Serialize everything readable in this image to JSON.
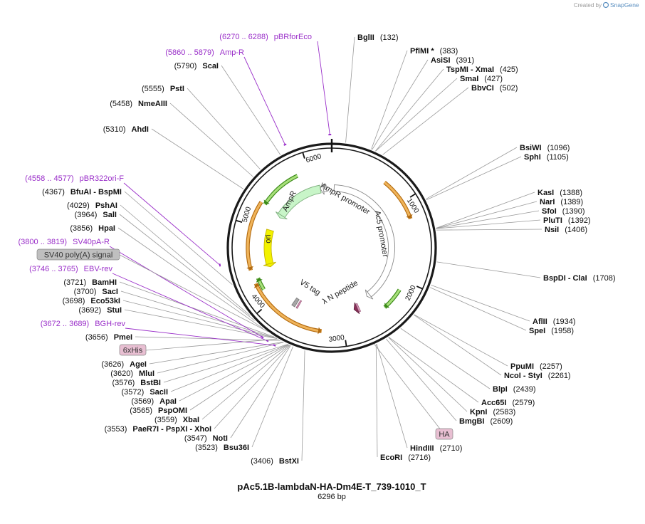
{
  "credit": {
    "prefix": "Created by",
    "brand": "SnapGene"
  },
  "plasmid": {
    "name": "pAc5.1B-lambdaN-HA-Dm4E-T_739-1010_T",
    "length_label": "6296 bp",
    "length_bp": 6296
  },
  "scale_ticks": [
    {
      "bp": 1000,
      "label": "1000"
    },
    {
      "bp": 2000,
      "label": "2000"
    },
    {
      "bp": 3000,
      "label": "3000"
    },
    {
      "bp": 4000,
      "label": "4000"
    },
    {
      "bp": 5000,
      "label": "5000"
    },
    {
      "bp": 6000,
      "label": "6000"
    }
  ],
  "features": [
    {
      "name": "AmpR",
      "label": "AmpR",
      "start": 5245,
      "end": 6105,
      "direction": "reverse",
      "color": "#c8f5c8",
      "stroke": "#7fb07f",
      "kind": "arrow"
    },
    {
      "name": "AmpR promoter",
      "label": "AmpR promoter",
      "start": 6105,
      "end": 6205,
      "direction": "reverse",
      "color": "#ffffff",
      "stroke": "#888888",
      "kind": "arrow-hollow"
    },
    {
      "name": "Ac5 promoter",
      "label": "Ac5 promoter",
      "start": 40,
      "end": 2520,
      "direction": "forward",
      "color": "#ffffff",
      "stroke": "#888888",
      "kind": "arrow-hollow"
    },
    {
      "name": "ori",
      "label": "ori",
      "start": 4420,
      "end": 5000,
      "direction": "reverse",
      "color": "#f2f200",
      "stroke": "#c6b400",
      "kind": "arrow"
    },
    {
      "name": "V5 tag",
      "label": "V5 tag",
      "start": 3710,
      "end": 3760,
      "direction": "forward",
      "color": "#a6a6a6",
      "stroke": "#777777",
      "kind": "block"
    },
    {
      "name": "lambda N peptide",
      "label": "λ N peptide",
      "start": 2745,
      "end": 2800,
      "direction": "forward",
      "color": "#8c2f5a",
      "stroke": "#5e1f3c",
      "kind": "arrow"
    },
    {
      "name": "6xHis",
      "label": "6xHis",
      "start": 3665,
      "end": 3685,
      "direction": "forward",
      "color": "#d898b8",
      "stroke": "#a06080",
      "kind": "block"
    },
    {
      "name": "HA",
      "label": "HA",
      "start": 2720,
      "end": 2745,
      "direction": "forward",
      "color": "#d898b8",
      "stroke": "#a06080",
      "kind": "block"
    }
  ],
  "orfs": [
    {
      "start": 4450,
      "end": 5300,
      "direction": "reverse",
      "ring": "orange"
    },
    {
      "start": 3270,
      "end": 3990,
      "direction": "reverse",
      "ring": "orange"
    },
    {
      "start": 680,
      "end": 1220,
      "direction": "forward",
      "ring": "orange"
    },
    {
      "start": 3950,
      "end": 4280,
      "direction": "forward",
      "ring": "orange"
    },
    {
      "start": 5300,
      "end": 5850,
      "direction": "reverse",
      "ring": "green"
    },
    {
      "start": 2130,
      "end": 2420,
      "direction": "forward",
      "ring": "green"
    },
    {
      "start": 4170,
      "end": 4330,
      "direction": "forward",
      "ring": "green"
    }
  ],
  "sites_right": [
    {
      "name": "BglII",
      "pos": "(132)",
      "bp": 132
    },
    {
      "name": "PflMI *",
      "pos": "(383)",
      "bp": 383
    },
    {
      "name": "AsiSI",
      "pos": "(391)",
      "bp": 391
    },
    {
      "name": "TspMI - XmaI",
      "pos": "(425)",
      "bp": 425
    },
    {
      "name": "SmaI",
      "pos": "(427)",
      "bp": 427
    },
    {
      "name": "BbvCI",
      "pos": "(502)",
      "bp": 502
    },
    {
      "name": "BsiWI",
      "pos": "(1096)",
      "bp": 1096
    },
    {
      "name": "SphI",
      "pos": "(1105)",
      "bp": 1105
    },
    {
      "name": "KasI",
      "pos": "(1388)",
      "bp": 1388
    },
    {
      "name": "NarI",
      "pos": "(1389)",
      "bp": 1389
    },
    {
      "name": "SfoI",
      "pos": "(1390)",
      "bp": 1390
    },
    {
      "name": "PluTI",
      "pos": "(1392)",
      "bp": 1392
    },
    {
      "name": "NsiI",
      "pos": "(1406)",
      "bp": 1406
    },
    {
      "name": "BspDI - ClaI",
      "pos": "(1708)",
      "bp": 1708
    },
    {
      "name": "AflII",
      "pos": "(1934)",
      "bp": 1934
    },
    {
      "name": "SpeI",
      "pos": "(1958)",
      "bp": 1958
    },
    {
      "name": "PpuMI",
      "pos": "(2257)",
      "bp": 2257
    },
    {
      "name": "NcoI - StyI",
      "pos": "(2261)",
      "bp": 2261
    },
    {
      "name": "BlpI",
      "pos": "(2439)",
      "bp": 2439
    },
    {
      "name": "Acc65I",
      "pos": "(2579)",
      "bp": 2579
    },
    {
      "name": "KpnI",
      "pos": "(2583)",
      "bp": 2583
    },
    {
      "name": "BmgBI",
      "pos": "(2609)",
      "bp": 2609
    },
    {
      "name": "HindIII",
      "pos": "(2710)",
      "bp": 2710
    },
    {
      "name": "EcoRI",
      "pos": "(2716)",
      "bp": 2716
    }
  ],
  "sites_left": [
    {
      "name": "BstXI",
      "pos": "(3406)",
      "bp": 3406
    },
    {
      "name": "Bsu36I",
      "pos": "(3523)",
      "bp": 3523
    },
    {
      "name": "NotI",
      "pos": "(3547)",
      "bp": 3547
    },
    {
      "name": "PaeR7I - PspXI - XhoI",
      "pos": "(3553)",
      "bp": 3553
    },
    {
      "name": "XbaI",
      "pos": "(3559)",
      "bp": 3559
    },
    {
      "name": "PspOMI",
      "pos": "(3565)",
      "bp": 3565
    },
    {
      "name": "ApaI",
      "pos": "(3569)",
      "bp": 3569
    },
    {
      "name": "SacII",
      "pos": "(3572)",
      "bp": 3572
    },
    {
      "name": "BstBI",
      "pos": "(3576)",
      "bp": 3576
    },
    {
      "name": "MluI",
      "pos": "(3620)",
      "bp": 3620
    },
    {
      "name": "AgeI",
      "pos": "(3626)",
      "bp": 3626
    },
    {
      "name": "PmeI",
      "pos": "(3656)",
      "bp": 3656
    },
    {
      "name": "StuI",
      "pos": "(3692)",
      "bp": 3692
    },
    {
      "name": "Eco53kI",
      "pos": "(3698)",
      "bp": 3698
    },
    {
      "name": "SacI",
      "pos": "(3700)",
      "bp": 3700
    },
    {
      "name": "BamHI",
      "pos": "(3721)",
      "bp": 3721
    },
    {
      "name": "HpaI",
      "pos": "(3856)",
      "bp": 3856
    },
    {
      "name": "SalI",
      "pos": "(3964)",
      "bp": 3964
    },
    {
      "name": "PshAI",
      "pos": "(4029)",
      "bp": 4029
    },
    {
      "name": "BfuAI - BspMI",
      "pos": "(4367)",
      "bp": 4367
    },
    {
      "name": "AhdI",
      "pos": "(5310)",
      "bp": 5310
    },
    {
      "name": "NmeAIII",
      "pos": "(5458)",
      "bp": 5458
    },
    {
      "name": "PstI",
      "pos": "(5555)",
      "bp": 5555
    },
    {
      "name": "ScaI",
      "pos": "(5790)",
      "bp": 5790
    }
  ],
  "primers": [
    {
      "name": "pBRforEco",
      "range": "(6270 .. 6288)",
      "bp": 6279
    },
    {
      "name": "Amp-R",
      "range": "(5860 .. 5879)",
      "bp": 5870
    },
    {
      "name": "pBR322ori-F",
      "range": "(4558 .. 4577)",
      "bp": 4568
    },
    {
      "name": "SV40pA-R",
      "range": "(3800 .. 3819)",
      "bp": 3810
    },
    {
      "name": "EBV-rev",
      "range": "(3746 .. 3765)",
      "bp": 3756
    },
    {
      "name": "BGH-rev",
      "range": "(3672 .. 3689)",
      "bp": 3680
    }
  ],
  "boxed_labels": [
    {
      "name": "SV40 poly(A) signal",
      "bp": 3800,
      "color": "#bfbfbf"
    },
    {
      "name": "6xHis",
      "bp": 3675,
      "color": "#e8bfd2"
    },
    {
      "name": "HA",
      "bp": 2732,
      "color": "#e8bfd2"
    }
  ]
}
